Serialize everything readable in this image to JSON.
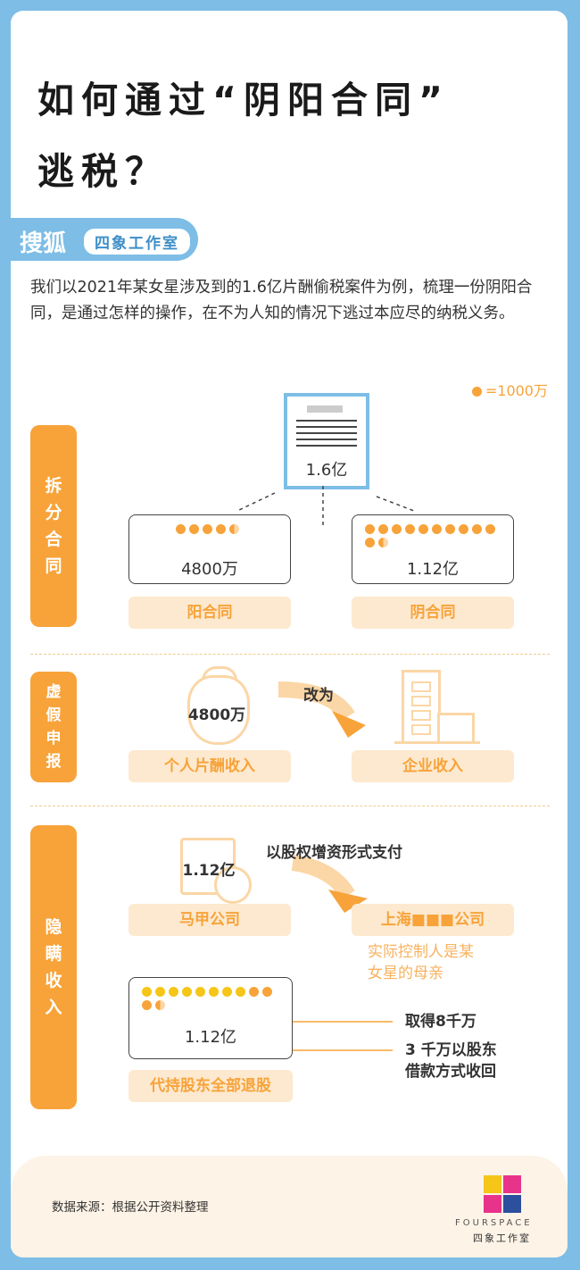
{
  "title": {
    "line1": "如何通过“阴阳合同”",
    "line2": "逃税？"
  },
  "brand": {
    "name": "搜狐",
    "tag": "四象工作室"
  },
  "intro": "我们以2021年某女星涉及到的1.6亿片酬偷税案件为例，梳理一份阴阳合同，是通过怎样的操作，在不为人知的情况下逃过本应尽的纳税义务。",
  "legend": {
    "label": "=1000万"
  },
  "section1": {
    "side": [
      "拆",
      "分",
      "合",
      "同"
    ],
    "contract": "1.6亿",
    "yang": {
      "amount": "4800万",
      "label": "阳合同",
      "dots": 4.8
    },
    "yin": {
      "amount": "1.12亿",
      "label": "阴合同",
      "dots": 11.2
    }
  },
  "section2": {
    "side": [
      "虚",
      "假",
      "申",
      "报"
    ],
    "bag_amount": "4800万",
    "change_to": "改为",
    "personal": "个人片酬收入",
    "enterprise": "企业收入"
  },
  "section3": {
    "side": [
      "隐",
      "瞒",
      "收",
      "入"
    ],
    "invoice_amount": "1.12亿",
    "pay_method": "以股权增资形式支付",
    "company_a": "马甲公司",
    "company_b": "上海■■■公司",
    "controller_note": [
      "实际控制人是某",
      "女星的母亲"
    ],
    "box_amount": "1.12亿",
    "box_dots": 11.2,
    "obtained": "取得8千万",
    "loan": [
      "3 千万以股东",
      "借款方式收回"
    ],
    "exit": "代持股东全部退股"
  },
  "footer": {
    "source": "数据来源：根据公开资料整理",
    "logo_en": "FOURSPACE",
    "logo_cn": "四象工作室"
  },
  "colors": {
    "accent": "#f7a33a",
    "blue": "#7dbde6",
    "light": "#fde9cf"
  }
}
